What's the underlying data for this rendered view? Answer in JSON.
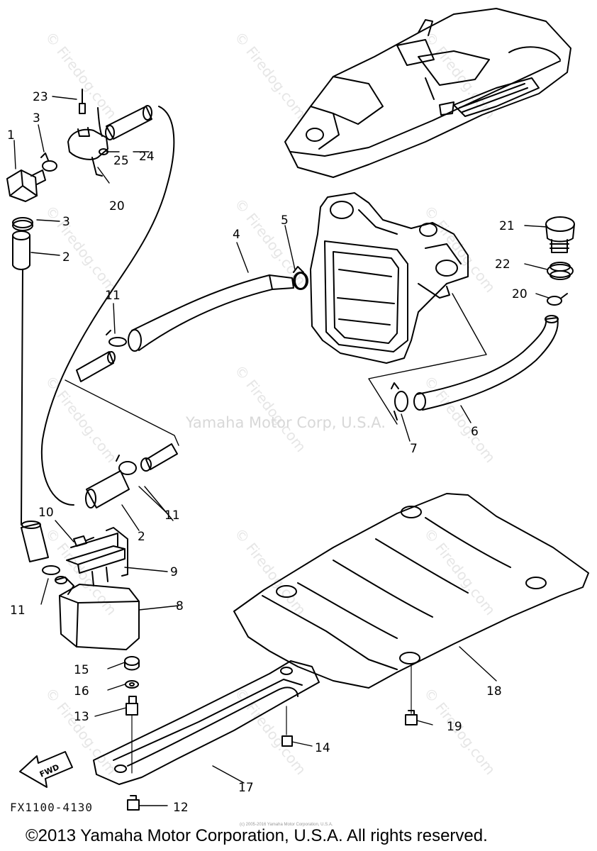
{
  "watermark": {
    "site": "© Firedog.com",
    "center": "Yamaha Motor Corp, U.S.A."
  },
  "figure": {
    "code": "FX1100-4130",
    "fwd_label": "FWD",
    "tiny_credit": "(c) 2005-2016 Yamaha Motor Corporation, U.S.A.",
    "copyright": "©2013 Yamaha Motor Corporation, U.S.A. All rights reserved."
  },
  "callouts": {
    "c1": "1",
    "c2a": "2",
    "c2b": "2",
    "c3a": "3",
    "c3b": "3",
    "c4": "4",
    "c5": "5",
    "c6": "6",
    "c7": "7",
    "c8": "8",
    "c9": "9",
    "c10": "10",
    "c11a": "11",
    "c11b": "11",
    "c11c": "11",
    "c12": "12",
    "c13": "13",
    "c14": "14",
    "c15": "15",
    "c16": "16",
    "c17": "17",
    "c18": "18",
    "c19": "19",
    "c20a": "20",
    "c20b": "20",
    "c21": "21",
    "c22": "22",
    "c23": "23",
    "c24": "24",
    "c25": "25"
  }
}
